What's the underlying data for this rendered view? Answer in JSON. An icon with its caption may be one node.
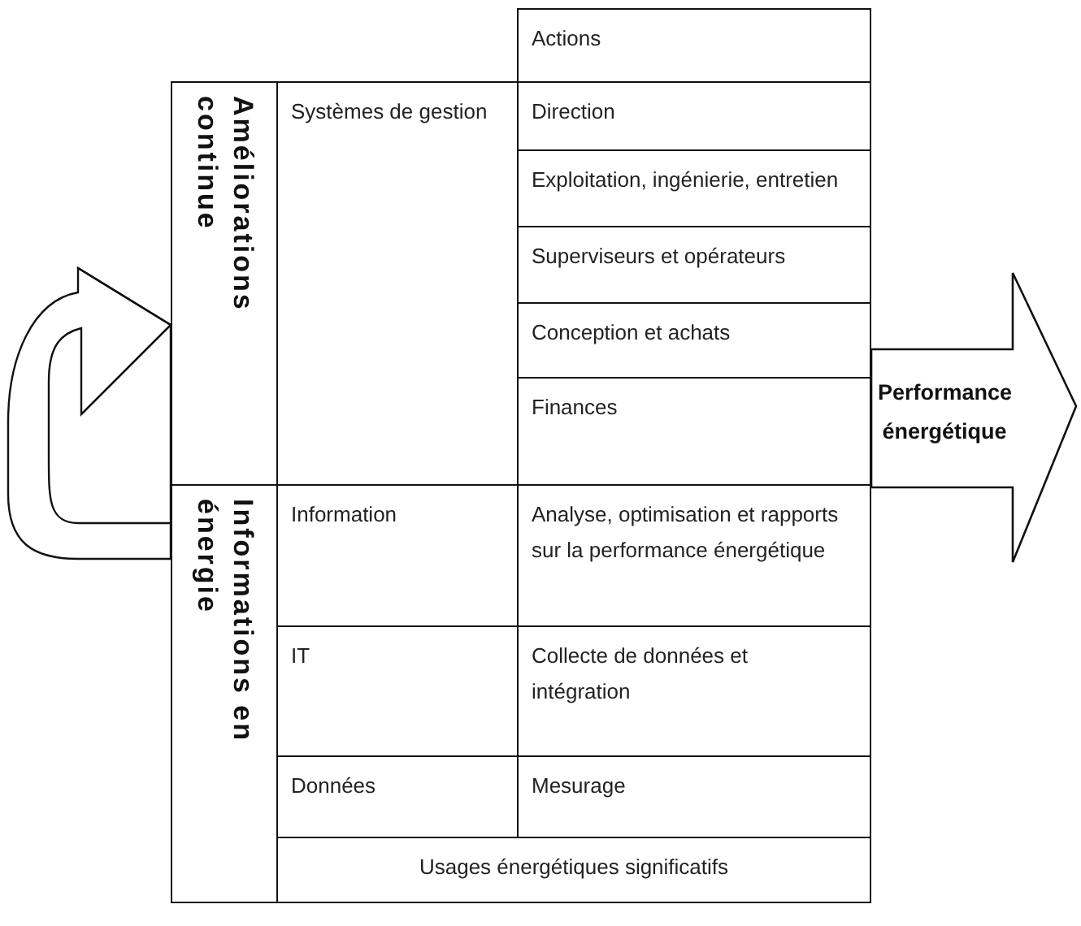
{
  "diagram": {
    "nodes": [
      {
        "text": [
          "Actions"
        ]
      },
      {
        "text": [
          "Améliorations continue"
        ]
      },
      {
        "text": [
          "Systèmes de gestion"
        ]
      },
      {
        "text": [
          "Direction"
        ]
      },
      {
        "text": [
          "Exploitation, ingénierie, entretien"
        ]
      },
      {
        "text": [
          "Superviseurs et opérateurs"
        ]
      },
      {
        "text": [
          "Conception et achats"
        ]
      },
      {
        "text": [
          "Finances"
        ]
      },
      {
        "text": [
          "Performance énergétique"
        ]
      },
      {
        "text": [
          "Informations en énergie"
        ]
      },
      {
        "text": [
          "Information"
        ]
      },
      {
        "text": [
          "Analyse, optimisation et rapports sur la performance énergétique"
        ]
      },
      {
        "text": [
          "IT"
        ]
      },
      {
        "text": [
          "Collecte de données et intégration"
        ]
      },
      {
        "text": [
          "Données"
        ]
      },
      {
        "text": [
          "Mesurage"
        ]
      },
      {
        "text": [
          "Usages énergétiques significatifs"
        ]
      }
    ],
    "edges": [
      {
        "from": 9,
        "to": 1,
        "arrow": "to"
      }
    ]
  }
}
